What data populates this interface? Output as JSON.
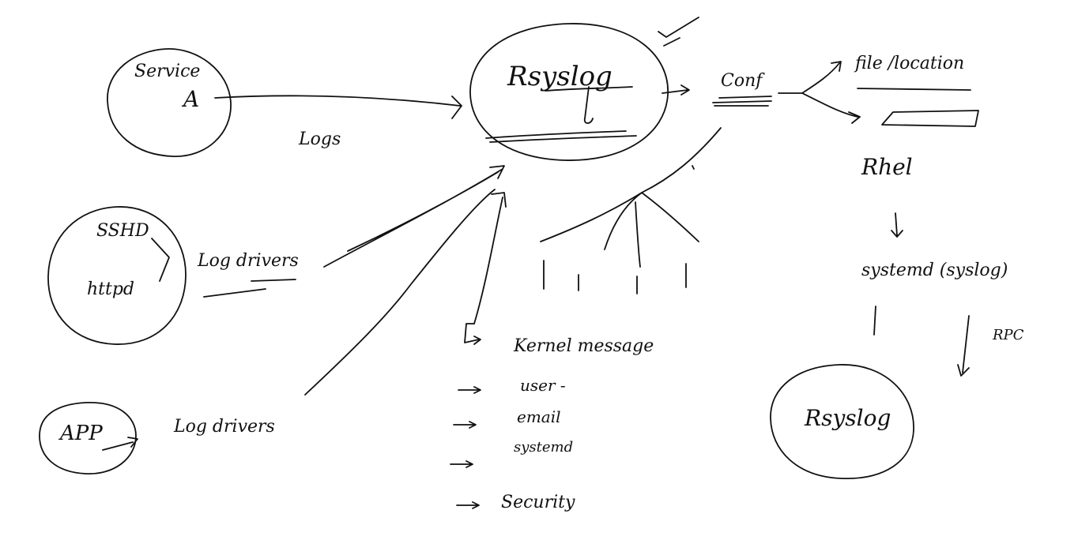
{
  "labels": {
    "service": "Service",
    "service_letter": "A",
    "logs": "Logs",
    "rsyslog_main": "Rsyslog",
    "conf": "Conf",
    "file_location": "file /location",
    "rhel": "Rhel",
    "systemd_syslog": "systemd (syslog)",
    "rpc": "RPC",
    "rsyslog_bottom": "Rsyslog",
    "sshd": "SSHD",
    "httpd": "httpd",
    "log_drivers_1": "Log drivers",
    "app": "APP",
    "log_drivers_2": "Log drivers",
    "kernel_message": "Kernel message",
    "user": "user -",
    "email": "email",
    "systemd": "systemd",
    "security": "Security"
  }
}
